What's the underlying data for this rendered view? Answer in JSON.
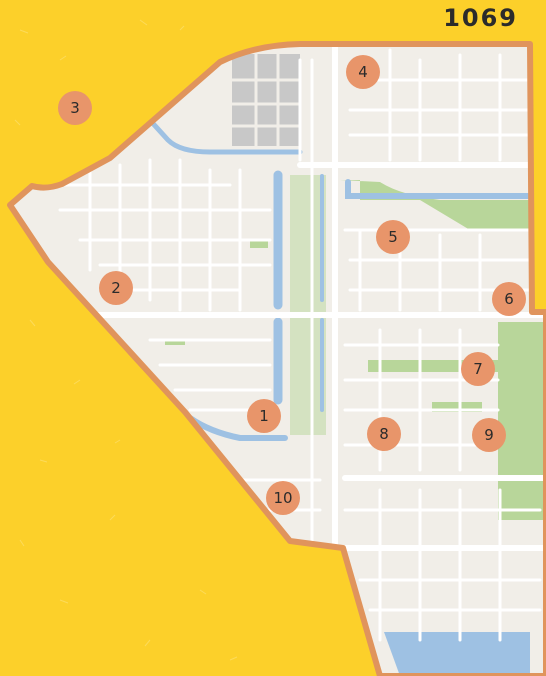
{
  "map": {
    "title": "1069",
    "colors": {
      "background": "#FCD02A",
      "area_fill": "#F1EEE8",
      "border": "#E0945C",
      "roads": "#FFFFFF",
      "water": "#9EC1E3",
      "parks": "#B8D69A",
      "buildings": "#C6C6C6",
      "marker": "#E8956A"
    },
    "markers": [
      {
        "id": "1",
        "label": "1"
      },
      {
        "id": "2",
        "label": "2"
      },
      {
        "id": "3",
        "label": "3"
      },
      {
        "id": "4",
        "label": "4"
      },
      {
        "id": "5",
        "label": "5"
      },
      {
        "id": "6",
        "label": "6"
      },
      {
        "id": "7",
        "label": "7"
      },
      {
        "id": "8",
        "label": "8"
      },
      {
        "id": "9",
        "label": "9"
      },
      {
        "id": "10",
        "label": "10"
      }
    ]
  }
}
